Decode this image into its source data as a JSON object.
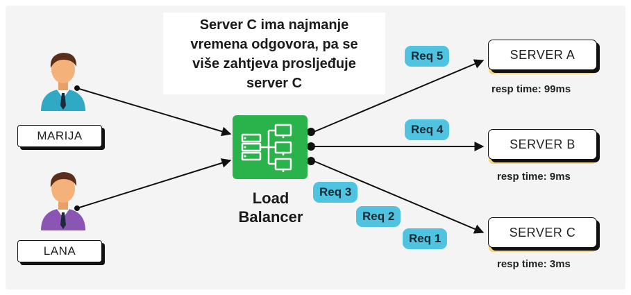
{
  "note": {
    "text": "Server C ima najmanje\nvremena odgovora, pa se\nviše zahtjeva prosljeđuje\nserver C"
  },
  "clients": [
    {
      "name": "MARIJA",
      "shirt_color": "#2fa9c4"
    },
    {
      "name": "LANA",
      "shirt_color": "#8a55b5"
    }
  ],
  "load_balancer": {
    "label": "Load\nBalancer",
    "color": "#2ab34a"
  },
  "servers": [
    {
      "name": "SERVER A",
      "resp": "resp time: 99ms"
    },
    {
      "name": "SERVER B",
      "resp": "resp time: 9ms"
    },
    {
      "name": "SERVER C",
      "resp": "resp time: 3ms"
    }
  ],
  "requests": [
    {
      "label": "Req 5"
    },
    {
      "label": "Req 4"
    },
    {
      "label": "Req 3"
    },
    {
      "label": "Req 2"
    },
    {
      "label": "Req 1"
    }
  ],
  "colors": {
    "request_badge": "#4fc3df",
    "background": "#f4f4f4",
    "server_underline": "#f2d48a"
  },
  "icons": [
    "user-avatar-icon",
    "server-network-icon"
  ]
}
